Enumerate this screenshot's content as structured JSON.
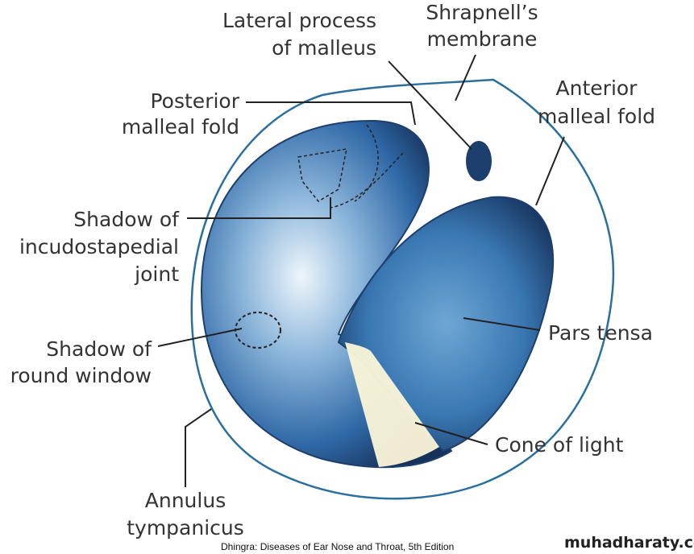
{
  "labels": {
    "lateral_process": [
      "Lateral process",
      "of malleus"
    ],
    "shrapnell": [
      "Shrapnell’s",
      "membrane"
    ],
    "anterior_fold": [
      "Anterior",
      "malleal fold"
    ],
    "posterior_fold": [
      "Posterior",
      "malleal fold"
    ],
    "incudostapedial": [
      "Shadow of",
      "incudostapedial",
      "joint"
    ],
    "round_window": [
      "Shadow of",
      "round window"
    ],
    "pars_tensa": "Pars tensa",
    "cone_of_light": "Cone of light",
    "annulus": [
      "Annulus",
      "tympanicus"
    ]
  },
  "caption": "Dhingra: Diseases of Ear Nose and Throat, 5th Edition",
  "watermark": "muhadharaty.com",
  "colors": {
    "outline": "#2a6f9e",
    "membrane_dark": "#1d3f6e",
    "membrane_mid": "#4a86c0",
    "light": "#fbf6d8"
  }
}
